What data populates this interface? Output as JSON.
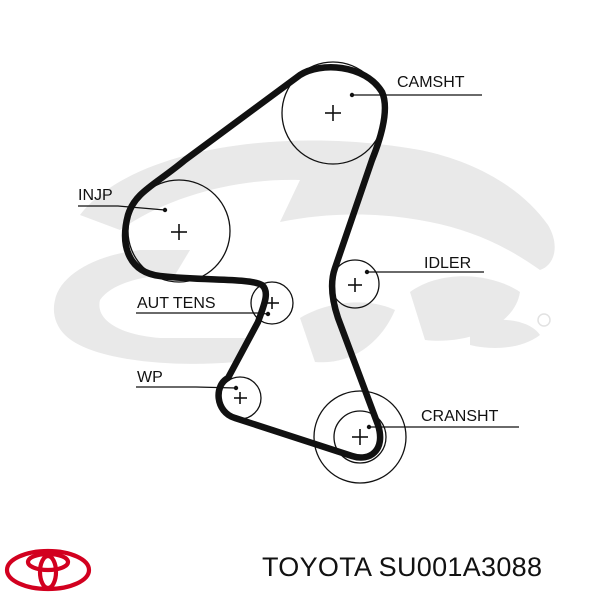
{
  "labels": {
    "camshaft": "CAMSHT",
    "injection_pump": "INJP",
    "idler": "IDLER",
    "auto_tensioner": "AUT TENS",
    "water_pump": "WP",
    "crankshaft": "CRANSHT"
  },
  "footer": {
    "brand": "TOYOTA",
    "part_number": "SU001A3088"
  },
  "colors": {
    "belt": "#111111",
    "watermark": "#e9e9e9",
    "logo": "#d2001f"
  },
  "icons": {
    "watermark": "gates-logo-watermark",
    "brand_logo": "toyota-logo"
  }
}
